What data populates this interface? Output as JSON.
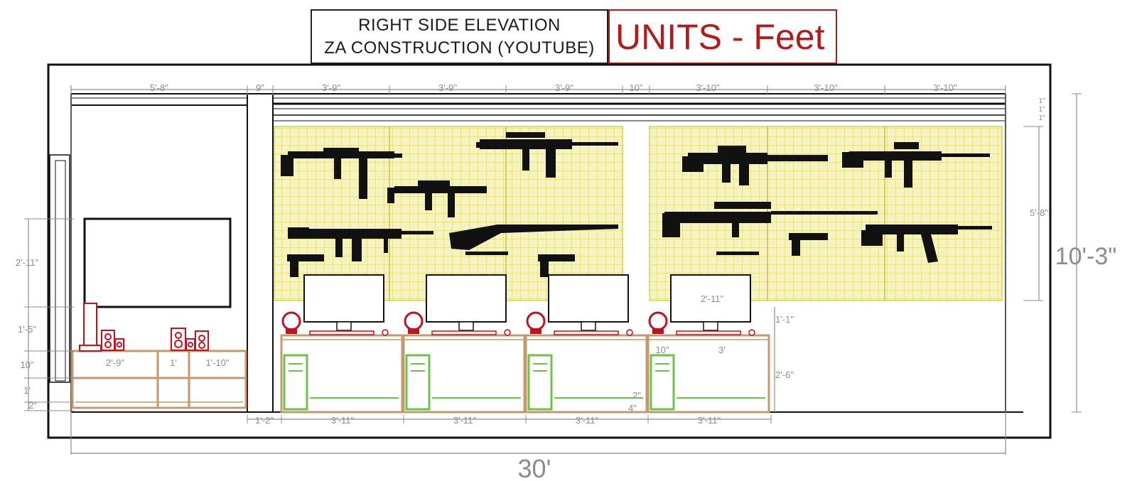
{
  "title": {
    "line1": "RIGHT SIDE ELEVATION",
    "line2": "ZA CONSTRUCTION (YOUTUBE)"
  },
  "units_label": "UNITS - Feet",
  "dimensions": {
    "overall_width": "30'",
    "overall_height": "10'-3\"",
    "top_segments": [
      "5'-8\"",
      "9\"",
      "3'-9\"",
      "3'-9\"",
      "3'-9\"",
      "10\"",
      "3'-10\"",
      "3'-10\"",
      "3'-10\""
    ],
    "bottom_segments": [
      "1'-2\"",
      "3'-11\"",
      "3'-11\"",
      "3'-11\"",
      "3'-11\""
    ],
    "left_stack": [
      "2'-11\"",
      "1'-5\"",
      "10\"",
      "1'",
      "2\""
    ],
    "pegboard_height": "5'-8\"",
    "right_small": [
      "1\"",
      "1\"",
      "1\""
    ],
    "desk_height": "2'-6\"",
    "desk_gap": "1'-1\"",
    "desk_small": [
      "2\"",
      "4\""
    ],
    "monitor_dim": "2'-11\"",
    "desk_offset": "10\"",
    "desk_span": "3'",
    "cabinet_widths": [
      "2'-9\"",
      "1'",
      "1'-10\""
    ]
  },
  "colors": {
    "line": "#111111",
    "dimension": "#8c8c8c",
    "pegboard_fill": "#f5f3c6",
    "pegboard_grid": "#e0dc55",
    "wood": "#c49a6c",
    "accent_red": "#c1121f",
    "pc_green": "#6cc24a",
    "units_red": "#b01c1c"
  },
  "icons": [
    "smg-icon",
    "assault-rifle-icon",
    "submachine-gun-icon",
    "rifle-icon",
    "pistol-icon",
    "knife-icon",
    "sniper-rifle-icon",
    "headphones-icon",
    "speaker-icon",
    "pc-tower-icon",
    "monitor-icon",
    "tv-icon"
  ]
}
